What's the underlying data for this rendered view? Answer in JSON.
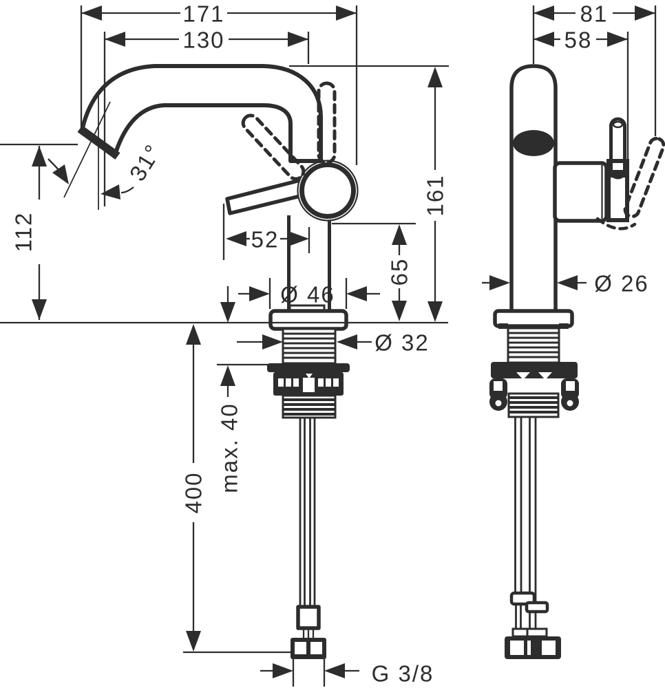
{
  "drawing": {
    "ink_color": "#2d2d2d",
    "background_color": "#ffffff",
    "dimensions": {
      "spout_reach_total": "171",
      "spout_reach": "130",
      "spout_height": "112",
      "spout_angle": "31°",
      "handle_length": "52",
      "base_diameter": "Ø 46",
      "shank_diameter": "Ø 32",
      "outlet_to_deck_height": "65",
      "total_height": "161",
      "body_diameter": "Ø 26",
      "depth_total": "81",
      "depth_handle": "58",
      "max_mounting_thickness": "max. 40",
      "hose_length": "400",
      "hose_thread": "G 3/8"
    }
  }
}
